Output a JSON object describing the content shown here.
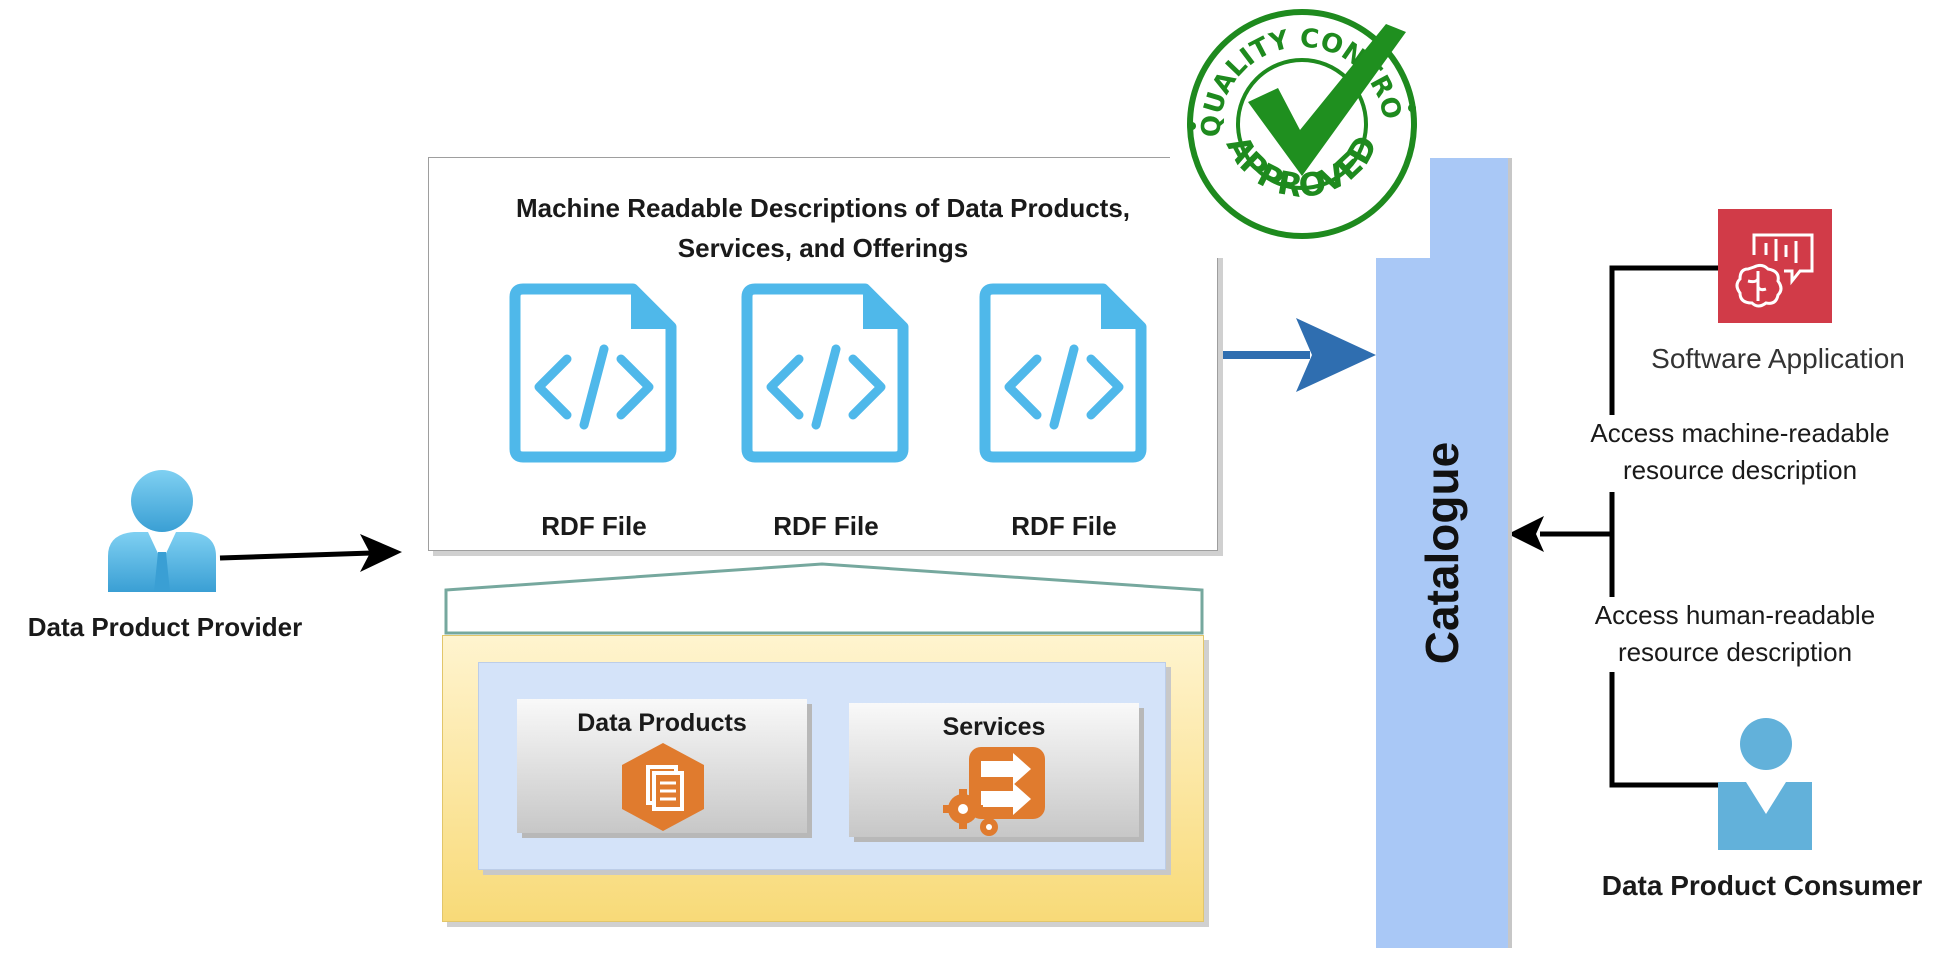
{
  "diagram": {
    "mr_box": {
      "title": "Machine Readable Descriptions of Data Products, Services, and  Offerings"
    },
    "rdf_files": [
      {
        "label": "RDF File"
      },
      {
        "label": "RDF File"
      },
      {
        "label": "RDF File"
      }
    ],
    "provider": {
      "label": "Data Product Provider"
    },
    "consumer": {
      "label": "Data Product Consumer"
    },
    "tiles": {
      "data_products": {
        "label": "Data Products"
      },
      "services": {
        "label": "Services"
      }
    },
    "catalogue": {
      "label": "Catalogue"
    },
    "software_application": {
      "label": "Software Application"
    },
    "access_machine": {
      "line1": "Access machine-readable",
      "line2": "resource description"
    },
    "access_human": {
      "line1": "Access human-readable",
      "line2": "resource description"
    },
    "stamp": {
      "top_text": "QUALITY CONTROL",
      "bottom_text": "APPROVED"
    },
    "colors": {
      "rdf_blue": "#4fb8ea",
      "arrow_blue": "#2f6eb0",
      "catalogue_blue": "#a9c8f6",
      "platform_yellow": "#f8da78",
      "orange": "#e07b2e",
      "software_red": "#d13b48",
      "stamp_green": "#1e8a1e",
      "user_blue": "#57b4e3"
    }
  }
}
